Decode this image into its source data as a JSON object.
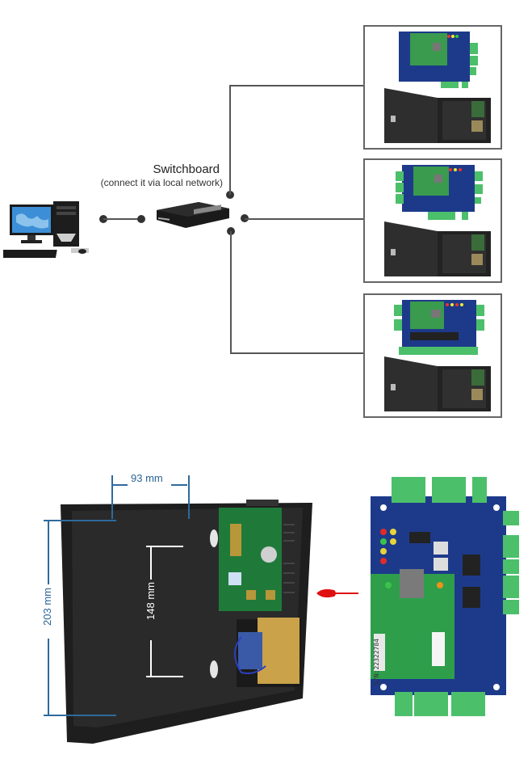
{
  "diagram": {
    "switch_label": "Switchboard",
    "switch_sublabel": "(connect it via local network)",
    "nodes": [
      {
        "name": "computer",
        "label": ""
      },
      {
        "name": "switch",
        "label": "Switchboard"
      },
      {
        "name": "controller-1",
        "label": "",
        "type": "1-door controller + cabinet"
      },
      {
        "name": "controller-2",
        "label": "",
        "type": "2-door controller + cabinet"
      },
      {
        "name": "controller-3",
        "label": "",
        "type": "4-door controller + cabinet"
      }
    ]
  },
  "dimensions": {
    "width_label": "93 mm",
    "height_label": "203 mm",
    "inner_height_label": "148 mm"
  },
  "board": {
    "serial": "S/N:22322784"
  },
  "colors": {
    "dimension": "#2f6a9c",
    "pcb_blue": "#1d3a8a",
    "pcb_green": "#2e9e4b",
    "terminal_green": "#4cbf6b",
    "arrow_red": "#e01010",
    "cabinet": "#2b2b2b",
    "line": "#555555"
  }
}
